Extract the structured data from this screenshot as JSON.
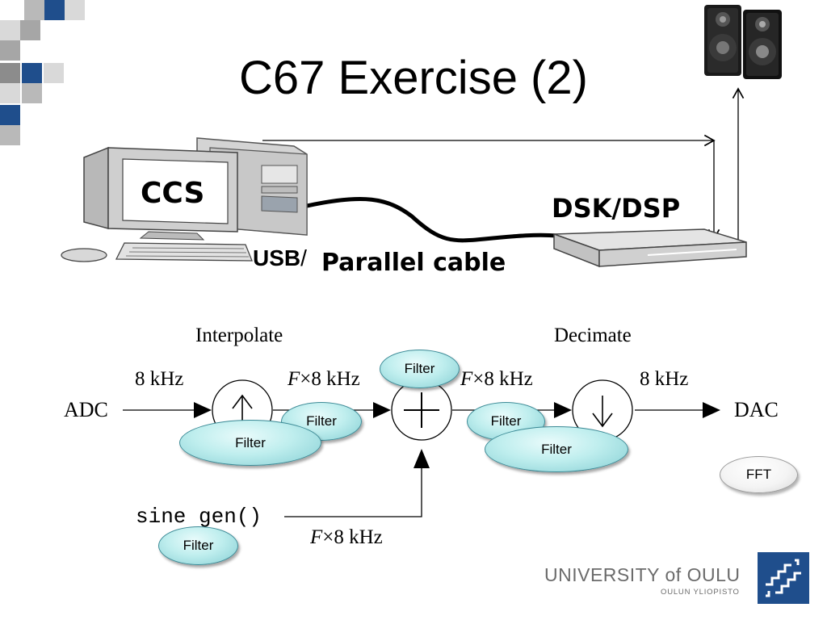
{
  "slide": {
    "title": "C67 Exercise (2)"
  },
  "hardware": {
    "monitor_label": "CCS",
    "board_label": "DSK/DSP",
    "usb_label": "USB",
    "slash": "/",
    "cable_label": "Parallel cable",
    "speakers_icon": "speakers-icon",
    "computer_icon": "desktop-computer-icon",
    "board_icon": "dsk-board-icon"
  },
  "diagram": {
    "interpolate_label": "Interpolate",
    "decimate_label": "Decimate",
    "adc_label": "ADC",
    "dac_label": "DAC",
    "rate_in": "8 kHz",
    "rate_up_F": "F",
    "rate_up_rest": "×8 kHz",
    "rate_mid_F": "F",
    "rate_mid_rest": "×8 kHz",
    "rate_out": "8 kHz",
    "sine_label": "sine gen()",
    "sine_rate_F": "F",
    "sine_rate_rest": "×8 kHz",
    "upsample_symbol": "↑",
    "adder_symbol": "+",
    "downsample_symbol": "↓"
  },
  "filters": {
    "top": "Filter",
    "after_up": "Filter",
    "under_up": "Filter",
    "before_down": "Filter",
    "under_down": "Filter",
    "sine": "Filter"
  },
  "fft_button": "FFT",
  "footer": {
    "university": "UNIVERSITY of OULU",
    "university_sub": "OULUN YLIOPISTO"
  },
  "colors": {
    "accent_blue": "#1f4e8c",
    "deco_gray": "#a6a6a6",
    "filter_fill": "#bfeeee",
    "filter_border": "#3c8a96"
  }
}
